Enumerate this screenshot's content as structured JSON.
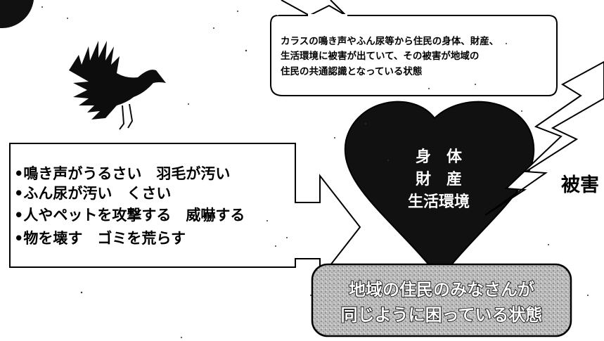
{
  "speech_bubble": {
    "lines": [
      "カラスの鳴き声やふん尿等から住民の身体、財産、",
      "生活環境に被害が出ていて、その被害が地域の",
      "住民の共通認識となっている状態"
    ]
  },
  "list_box": {
    "items": [
      "•鳴き声がうるさい　羽毛が汚い",
      "•ふん尿が汚い　くさい",
      "•人やペットを攻撃する　威嚇する",
      "•物を壊す　ゴミを荒らす"
    ]
  },
  "heart": {
    "lines": [
      "身　体",
      "財　産",
      "生活環境"
    ]
  },
  "damage_label": "被害",
  "state_box": {
    "lines": [
      "地域の住民のみなさんが",
      "同じように困っている状態"
    ]
  },
  "icons": {
    "crow": "crow-icon",
    "lightning": "lightning-bolt-icon",
    "arrow": "right-arrow-icon"
  },
  "colors": {
    "heart": "#111111",
    "text": "#000000",
    "background": "#ffffff"
  }
}
